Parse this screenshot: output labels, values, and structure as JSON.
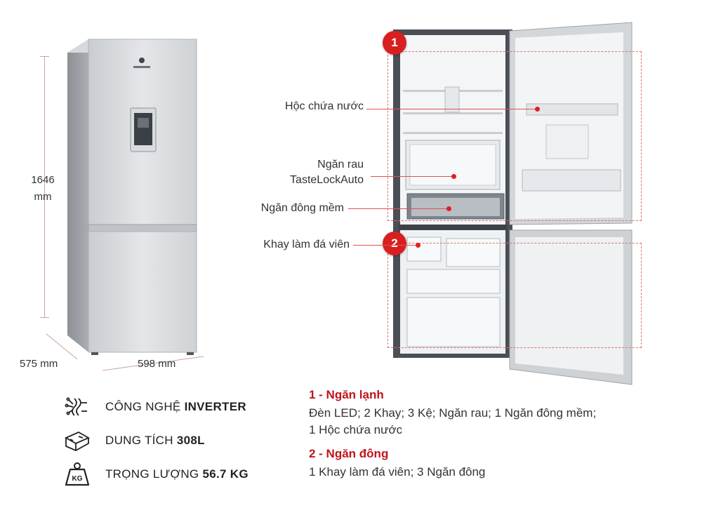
{
  "dimensions": {
    "height_value": "1646",
    "height_unit": "mm",
    "depth": "575 mm",
    "width": "598 mm"
  },
  "callouts": {
    "water_tank": "Hộc chứa nước",
    "veg_drawer_line1": "Ngăn rau",
    "veg_drawer_line2": "TasteLockAuto",
    "soft_freeze": "Ngăn đông mềm",
    "ice_tray": "Khay làm đá viên"
  },
  "markers": {
    "fridge": "1",
    "freezer": "2"
  },
  "brand_colors": {
    "accent_red": "#d81f1f",
    "heading_red": "#c0141b"
  },
  "specs": [
    {
      "icon": "inverter-chip-icon",
      "label": "CÔNG NGHỆ ",
      "value": "INVERTER"
    },
    {
      "icon": "capacity-box-icon",
      "label": "DUNG TÍCH ",
      "value": "308L"
    },
    {
      "icon": "weight-kg-icon",
      "label": "TRỌNG LƯỢNG ",
      "value": "56.7 KG",
      "icon_text": "KG"
    }
  ],
  "compartments": [
    {
      "title": "1 - Ngăn lạnh",
      "line1": "Đèn LED; 2 Khay; 3 Kệ; Ngăn rau; 1 Ngăn đông mềm;",
      "line2": "1 Hộc chứa nước"
    },
    {
      "title": "2 - Ngăn đông",
      "line1": "1 Khay làm đá viên; 3 Ngăn đông"
    }
  ]
}
